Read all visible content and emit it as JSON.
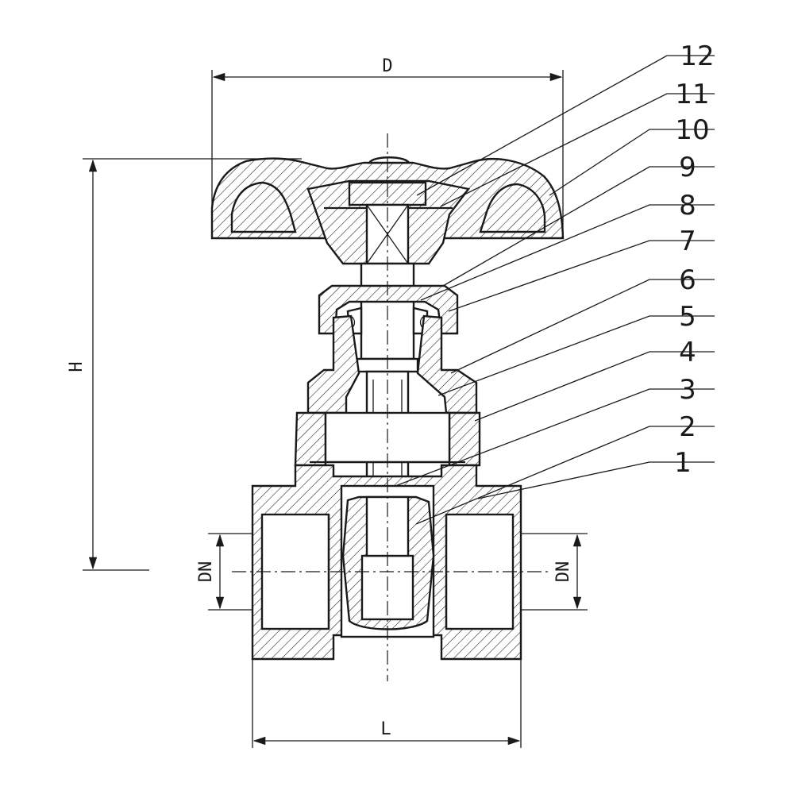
{
  "dimensions": {
    "d_label": "D",
    "h_label": "H",
    "dn_label": "DN",
    "l_label": "L"
  },
  "callouts": [
    "12",
    "11",
    "10",
    "9",
    "8",
    "7",
    "6",
    "5",
    "4",
    "3",
    "2",
    "1"
  ],
  "colors": {
    "ink": "#1a1a1a",
    "paper": "#ffffff"
  }
}
